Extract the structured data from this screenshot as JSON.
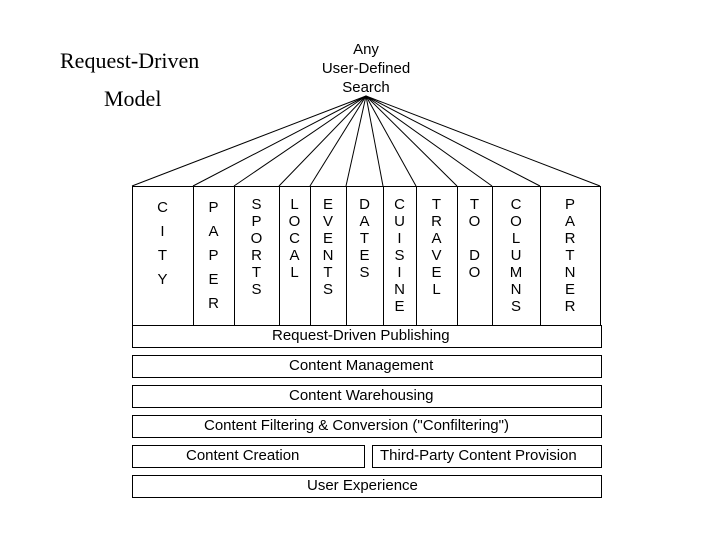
{
  "diagram": {
    "title_line1": "Request-Driven",
    "title_line2": "Model",
    "search_lines": [
      "Any",
      "User-Defined",
      "Search"
    ],
    "columns": [
      {
        "id": "city",
        "letters": "C I T Y"
      },
      {
        "id": "paper",
        "letters": "P A P E R"
      },
      {
        "id": "sports",
        "letters": "S P O R T S"
      },
      {
        "id": "local",
        "letters": "L O C A L"
      },
      {
        "id": "events",
        "letters": "E V E N T S"
      },
      {
        "id": "dates",
        "letters": "D A T E S"
      },
      {
        "id": "cuisine",
        "letters": "C U I S I N E"
      },
      {
        "id": "travel",
        "letters": "T R A V E L"
      },
      {
        "id": "todo",
        "letters": "T O  D O"
      },
      {
        "id": "columns",
        "letters": "C O L U M N S"
      },
      {
        "id": "partner",
        "letters": "P A R T N E R"
      }
    ],
    "layers": {
      "publishing": "Request-Driven Publishing",
      "management": "Content Management",
      "warehousing": "Content Warehousing",
      "filtering": "Content Filtering & Conversion (\"Confiltering\")",
      "creation": "Content Creation",
      "third_party": "Third-Party Content Provision",
      "experience": "User Experience"
    }
  }
}
